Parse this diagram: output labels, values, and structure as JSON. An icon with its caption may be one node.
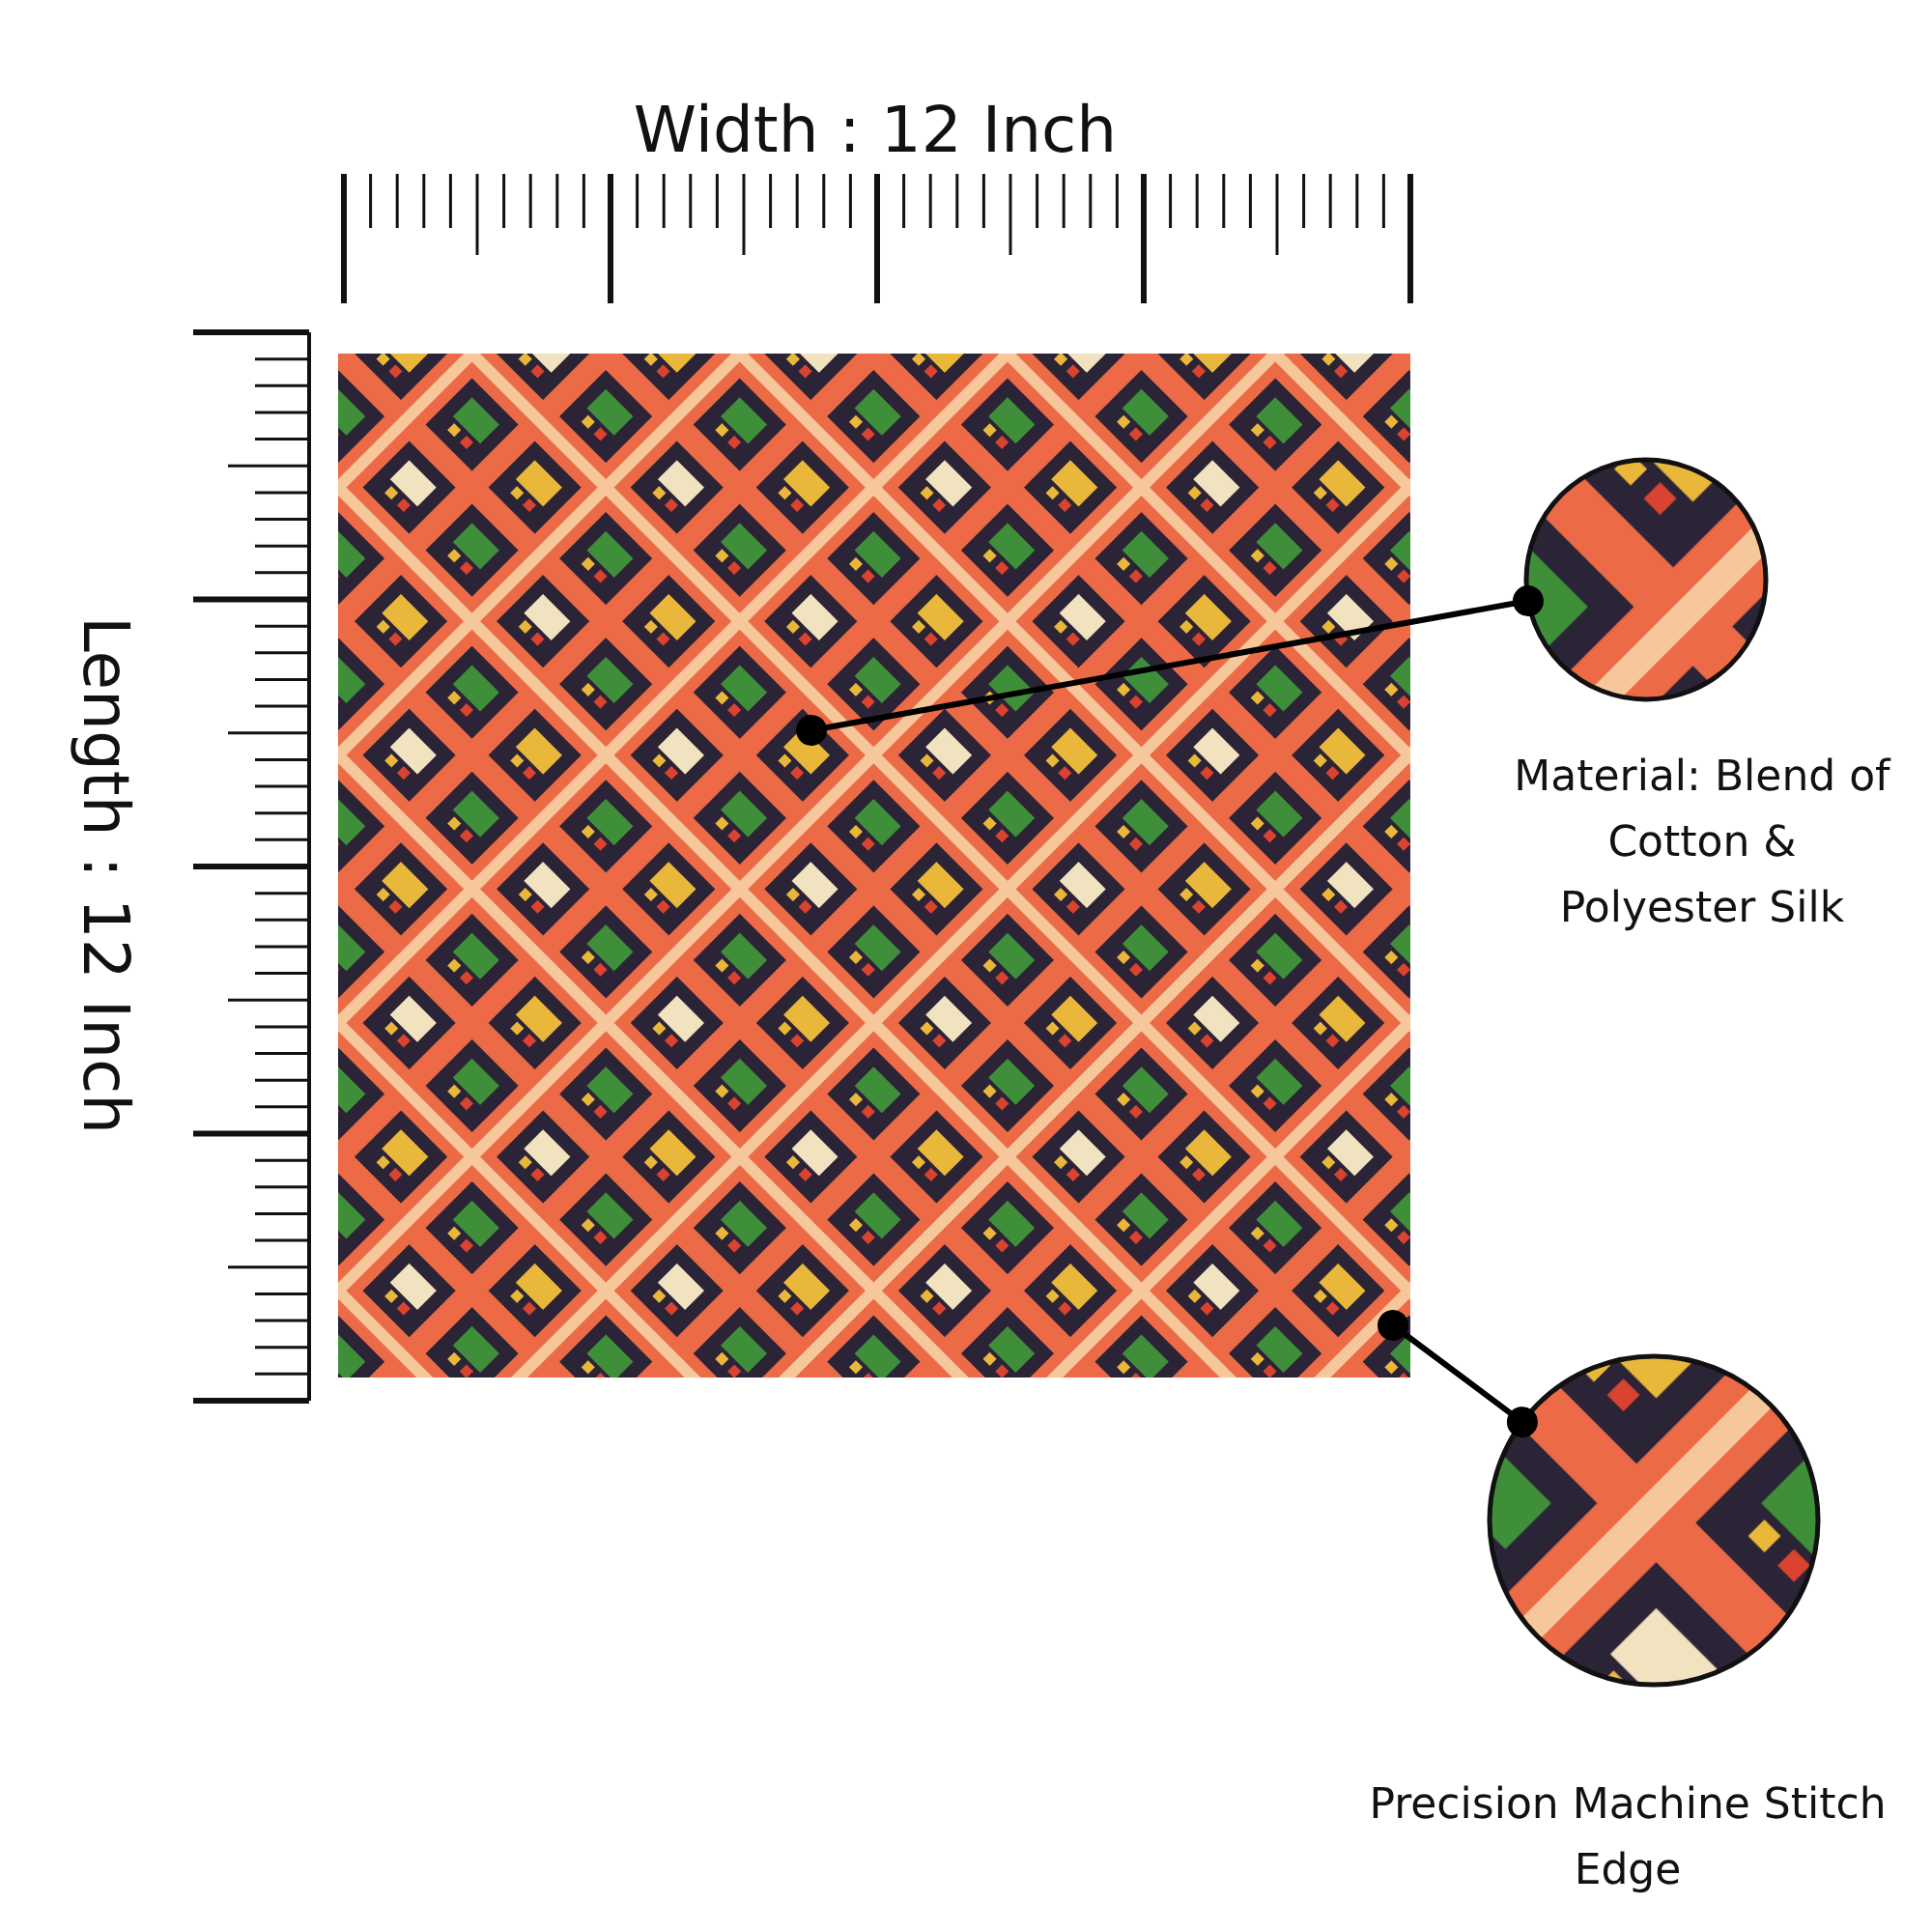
{
  "diagram": {
    "nodes": [
      {
        "text": [],
        "shape": "picture"
      },
      {
        "text": [
          "Material: Blend of Cotton & Polyester Silk"
        ]
      },
      {
        "text": [
          "Precision Machine Stitch Edge"
        ]
      }
    ],
    "edges": [
      {
        "from": 0,
        "to": 1,
        "arrow": "other"
      },
      {
        "from": 0,
        "to": 2,
        "arrow": "other"
      }
    ],
    "labels": [
      "Width : 12 Inch",
      "Length : 12 Inch"
    ]
  }
}
